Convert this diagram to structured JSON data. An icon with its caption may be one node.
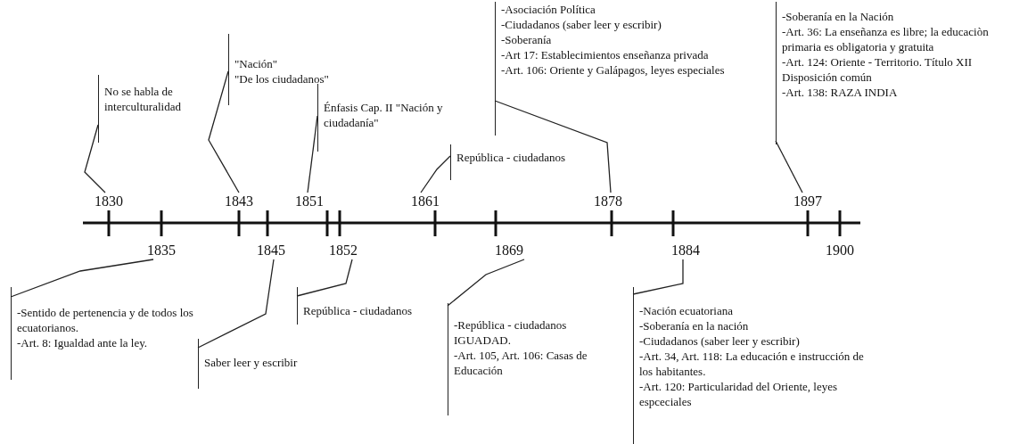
{
  "diagram": {
    "nodes": [
      {
        "text": [
          "1830"
        ]
      },
      {
        "text": [
          "No se habla de interculturalidad"
        ]
      },
      {
        "text": [
          "1835"
        ]
      },
      {
        "text": [
          "-Sentido de pertenencia y de todos los ecuatorianos.",
          "-Art. 8: Igualdad ante la ley."
        ]
      },
      {
        "text": [
          "1843"
        ]
      },
      {
        "text": [
          "\"Nación\"",
          "\"De los ciudadanos\""
        ]
      },
      {
        "text": [
          "1845"
        ]
      },
      {
        "text": [
          "Saber leer y escribir"
        ]
      },
      {
        "text": [
          "1851"
        ]
      },
      {
        "text": [
          "Énfasis Cap. II \"Nación y ciudadanía\""
        ]
      },
      {
        "text": [
          "1852"
        ]
      },
      {
        "text": [
          "República - ciudadanos"
        ]
      },
      {
        "text": [
          "1861"
        ]
      },
      {
        "text": [
          "República - ciudadanos"
        ]
      },
      {
        "text": [
          "1869"
        ]
      },
      {
        "text": [
          "-República - ciudadanos IGUADAD.",
          "-Art. 105, Art. 106: Casas de Educación"
        ]
      },
      {
        "text": [
          "1878"
        ]
      },
      {
        "text": [
          "-Asociación Política",
          "-Ciudadanos (saber leer y escribir)",
          "-Soberanía",
          "-Art 17: Establecimientos enseñanza privada",
          "-Art. 106: Oriente y Galápagos, leyes especiales"
        ]
      },
      {
        "text": [
          "1884"
        ]
      },
      {
        "text": [
          "-Nación ecuatoriana",
          "-Soberanía en la nación",
          "-Ciudadanos (saber leer y escribir)",
          "-Art. 34, Art. 118: La educación e instrucción de los habitantes.",
          "-Art. 120: Particularidad del Oriente, leyes espceciales"
        ]
      },
      {
        "text": [
          "1897"
        ]
      },
      {
        "text": [
          "-Soberanía en la Nación",
          "-Art. 36: La enseñanza es libre; la educaciòn primaria es obligatoria y gratuita",
          "-Art. 124: Oriente - Territorio. Título XII Disposición común",
          "-Art. 138: RAZA INDIA"
        ]
      },
      {
        "text": [
          "1900"
        ]
      }
    ],
    "edges": [
      {
        "from": 0,
        "to": 1,
        "arrow": "none"
      },
      {
        "from": 2,
        "to": 3,
        "arrow": "none"
      },
      {
        "from": 4,
        "to": 5,
        "arrow": "none"
      },
      {
        "from": 6,
        "to": 7,
        "arrow": "none"
      },
      {
        "from": 8,
        "to": 9,
        "arrow": "none"
      },
      {
        "from": 10,
        "to": 11,
        "arrow": "none"
      },
      {
        "from": 12,
        "to": 13,
        "arrow": "none"
      },
      {
        "from": 14,
        "to": 15,
        "arrow": "none"
      },
      {
        "from": 16,
        "to": 17,
        "arrow": "none"
      },
      {
        "from": 18,
        "to": 19,
        "arrow": "none"
      },
      {
        "from": 20,
        "to": 21,
        "arrow": "none"
      }
    ]
  }
}
